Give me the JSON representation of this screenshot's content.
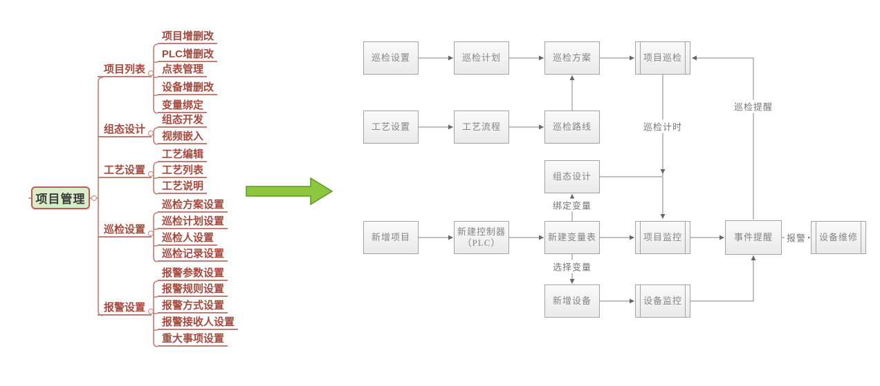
{
  "mindmap": {
    "root_label": "项目管理",
    "branches": [
      {
        "label": "项目列表",
        "children": [
          "项目增删改",
          "PLC增删改",
          "点表管理",
          "设备增删改",
          "变量绑定"
        ]
      },
      {
        "label": "组态设计",
        "children": [
          "组态开发",
          "视频嵌入"
        ]
      },
      {
        "label": "工艺设置",
        "children": [
          "工艺编辑",
          "工艺列表",
          "工艺说明"
        ]
      },
      {
        "label": "巡检设置",
        "children": [
          "巡检方案设置",
          "巡检计划设置",
          "巡检人设置",
          "巡检记录设置"
        ]
      },
      {
        "label": "报警设置",
        "children": [
          "报警参数设置",
          "报警规则设置",
          "报警方式设置",
          "报警接收人设置",
          "重大事项设置"
        ]
      }
    ],
    "colors": {
      "root_fill": "#d9edc6",
      "root_border": "#b2615a",
      "line": "#c07d74",
      "text": "#a5493d"
    }
  },
  "flowchart": {
    "nodes": {
      "inspect_settings": "巡检设置",
      "inspect_plan": "巡检计划",
      "inspect_scheme": "巡检方案",
      "project_inspect": "项目巡检",
      "process_settings": "工艺设置",
      "process_flow": "工艺流程",
      "inspect_route": "巡检路线",
      "config_design": "组态设计",
      "new_project": "新增项目",
      "new_controller_line1": "新建控制器",
      "new_controller_line2": "（PLC）",
      "new_var_table": "新建变量表",
      "project_monitor": "项目监控",
      "event_remind": "事件提醒",
      "device_repair": "设备维修",
      "new_device": "新增设备",
      "device_monitor": "设备监控"
    },
    "edge_labels": {
      "inspect_timer": "巡检计时",
      "inspect_remind": "巡检提醒",
      "bind_variable": "绑定变量",
      "select_variable": "选择变量",
      "alarm": "报警"
    },
    "colors": {
      "box_border": "#a3a3a3",
      "box_fill": "#f3f3f3",
      "text": "#858585",
      "line": "#7f7f7f"
    }
  },
  "transform_arrow": {
    "fill": "#8dc63f",
    "border": "#5e9722"
  }
}
